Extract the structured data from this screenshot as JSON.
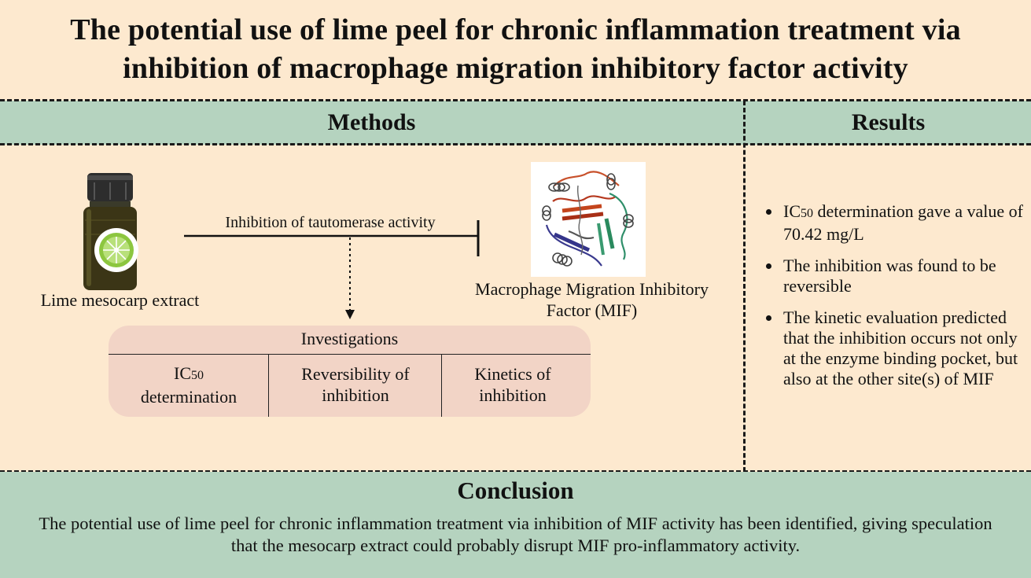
{
  "title_line1": "The potential use of lime peel for chronic inflammation treatment via",
  "title_line2": "inhibition of macrophage migration inhibitory factor activity",
  "methods_header": "Methods",
  "results_header": "Results",
  "methods": {
    "extract_label": "Lime mesocarp extract",
    "arrow_label": "Inhibition of tautomerase activity",
    "target_label_line1": "Macrophage Migration Inhibitory",
    "target_label_line2": "Factor (MIF)",
    "investigations_title": "Investigations",
    "investigations": [
      {
        "line1_prefix": "IC",
        "line1_sub": "50",
        "line2": "determination"
      },
      {
        "line1": "Reversibility of",
        "line2": "inhibition"
      },
      {
        "line1": "Kinetics of",
        "line2": "inhibition"
      }
    ]
  },
  "results": {
    "item1_prefix": "IC",
    "item1_sub": "50",
    "item1_rest": " determination gave a value of 70.42 mg/L",
    "item2": "The inhibition was found to be reversible",
    "item3": "The kinetic evaluation predicted that the inhibition occurs not only at the enzyme binding pocket, but also at the other site(s) of MIF"
  },
  "conclusion_header": "Conclusion",
  "conclusion_text": "The potential use of lime peel for chronic inflammation treatment via inhibition of MIF activity has been identified, giving speculation that the mesocarp extract could probably disrupt MIF pro-inflammatory activity.",
  "colors": {
    "background": "#fde9cf",
    "header_band": "#b5d3bf",
    "investigations_box": "#f2d4c6",
    "bottle_liquid": "#3b3516",
    "lime_green": "#7cc043"
  }
}
